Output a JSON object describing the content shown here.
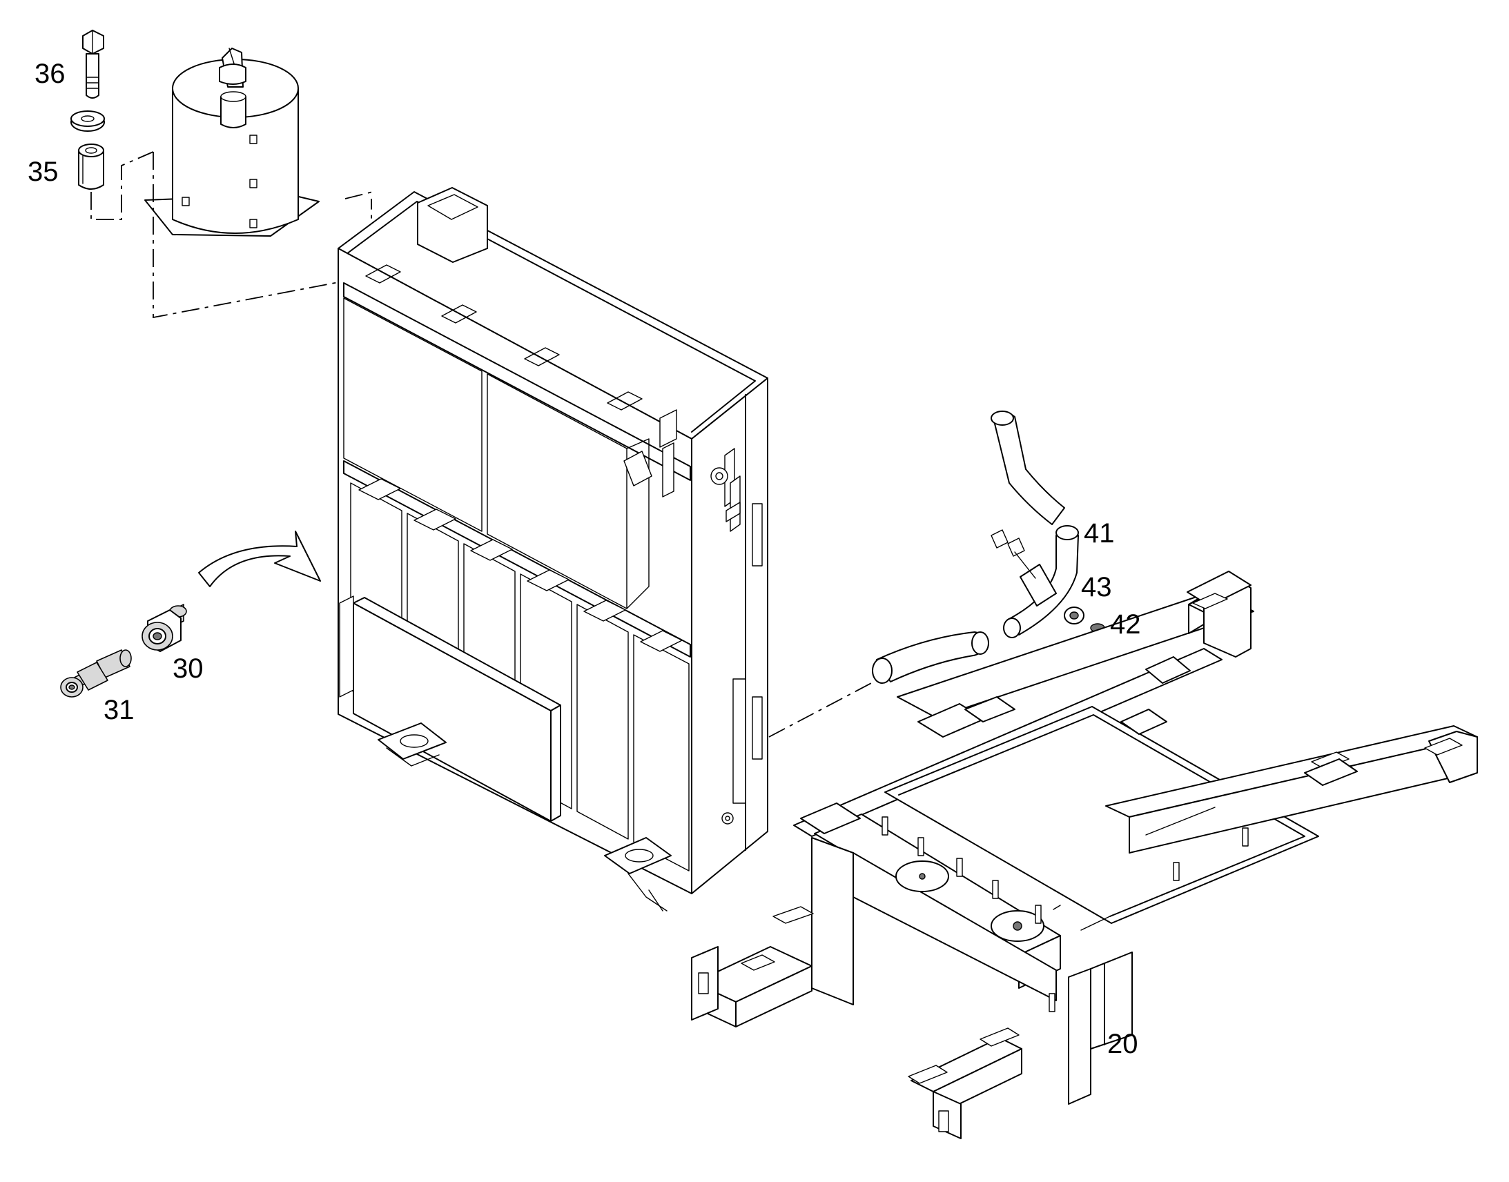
{
  "callouts": {
    "p36": "36",
    "p35": "35",
    "p41": "41",
    "p43": "43",
    "p42": "42",
    "p30": "30",
    "p31": "31",
    "p20": "20"
  },
  "colors": {
    "line": "#000000",
    "background": "#ffffff",
    "shade": "#d9d9d9"
  }
}
